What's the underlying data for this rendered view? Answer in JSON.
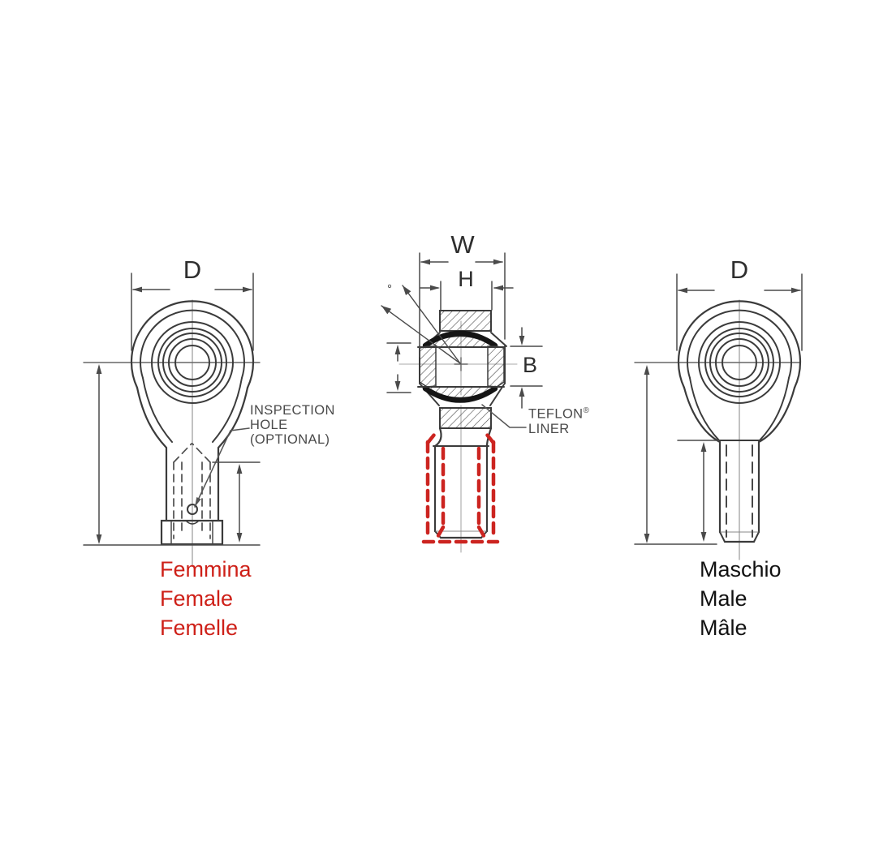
{
  "female": {
    "dim_label": "D",
    "inspection": {
      "l1": "INSPECTION",
      "l2": "HOLE",
      "l3": "(OPTIONAL)"
    },
    "captions": [
      "Femmina",
      "Female",
      "Femelle"
    ]
  },
  "section": {
    "dim_w": "W",
    "dim_h": "H",
    "dim_b": "B",
    "degree": "°",
    "liner": {
      "brand": "TEFLON",
      "reg": "®",
      "word": "LINER"
    }
  },
  "male": {
    "dim_label": "D",
    "captions": [
      "Maschio",
      "Male",
      "Mâle"
    ]
  },
  "colors": {
    "line_dark": "#3b3b3b",
    "dimension_gray": "#4a4a4a",
    "caption_red": "#ce2018",
    "caption_black": "#121212",
    "highlight_red": "#cc2420"
  }
}
